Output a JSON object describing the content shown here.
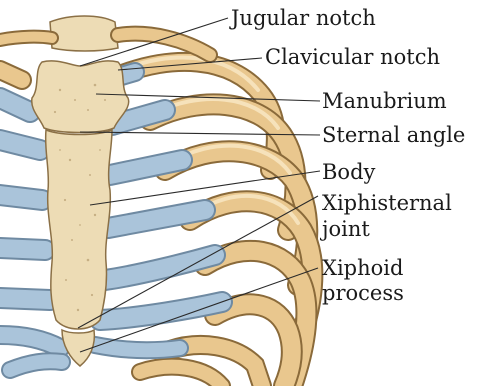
{
  "labels": {
    "jugular_notch": "Jugular notch",
    "clavicular_notch": "Clavicular notch",
    "manubrium": "Manubrium",
    "sternal_angle": "Sternal angle",
    "body": "Body",
    "xiphisternal_joint_1": "Xiphisternal",
    "xiphisternal_joint_2": "joint",
    "xiphoid_process_1": "Xiphoid",
    "xiphoid_process_2": "process"
  },
  "colors": {
    "bone": "#eddcb5",
    "rib": "#e9c78e",
    "cartilage": "#aac4da",
    "text": "#1a1a1a"
  }
}
